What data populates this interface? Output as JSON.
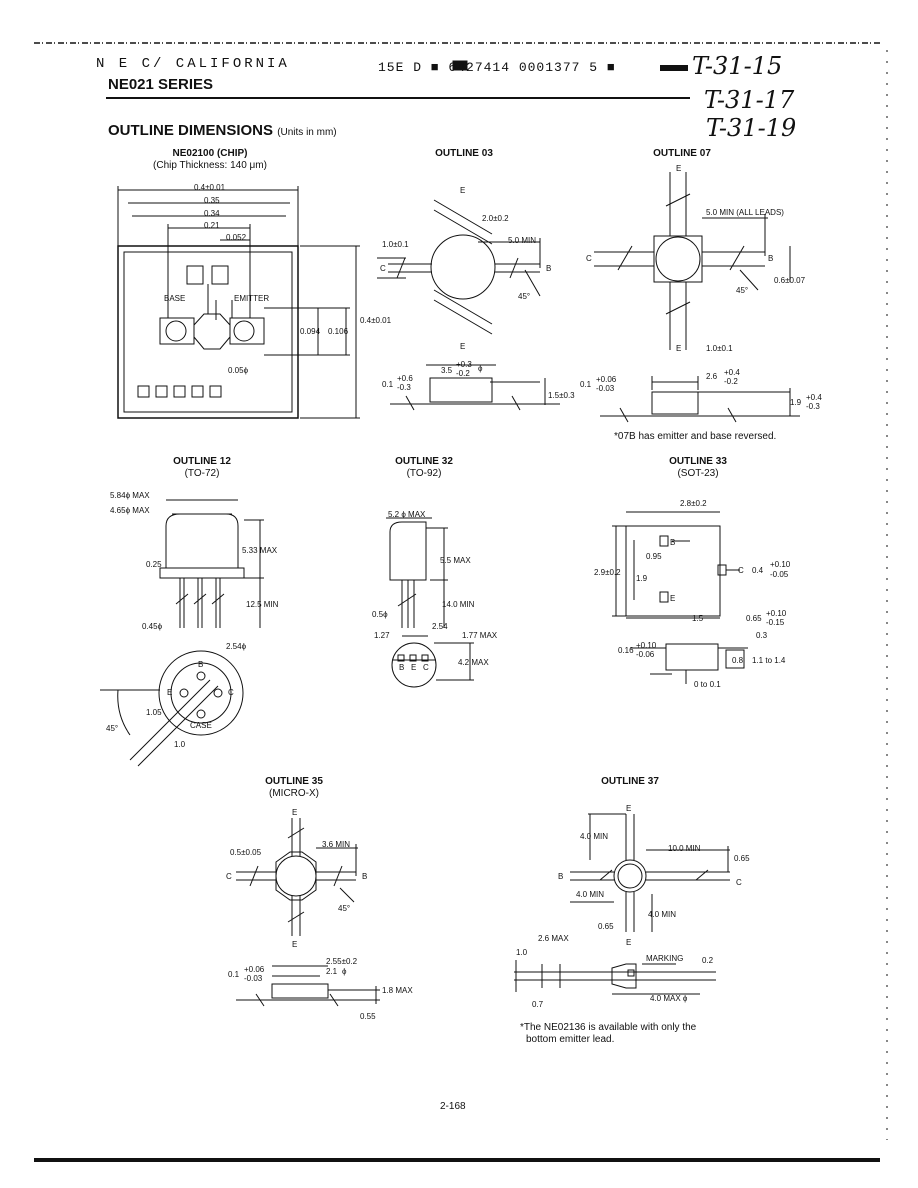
{
  "header": {
    "company": "N E C/ CALIFORNIA",
    "code": "15E D ■ 6427414 0001377 5 ■",
    "series": "NE021 SERIES",
    "handwritten": [
      "T-31-15",
      "T-31-17",
      "T-31-19"
    ]
  },
  "section": {
    "title": "OUTLINE DIMENSIONS",
    "units": "(Units in mm)"
  },
  "chip": {
    "title": "NE02100 (CHIP)",
    "subtitle": "(Chip Thickness: 140 μm)",
    "dims": [
      "0.4±0.01",
      "0.35",
      "0.34",
      "0.21",
      "0.052",
      "BASE",
      "EMITTER",
      "0.094",
      "0.106",
      "0.4±0.01",
      "0.05ϕ"
    ]
  },
  "outline03": {
    "title": "OUTLINE 03",
    "dims": [
      "E",
      "2.0±0.2",
      "5.0 MIN",
      "1.0±0.1",
      "C",
      "B",
      "45°",
      "E",
      "0.1",
      "+0.6",
      "-0.3",
      "3.5",
      "+0.3",
      "-0.2",
      "ϕ",
      "1.5±0.3"
    ]
  },
  "outline07": {
    "title": "OUTLINE 07",
    "dims": [
      "E",
      "5.0 MIN (ALL LEADS)",
      "C",
      "B",
      "0.6±0.07",
      "45°",
      "E",
      "1.0±0.1",
      "0.1",
      "+0.06",
      "-0.03",
      "2.6",
      "+0.4",
      "-0.2",
      "1.9",
      "+0.4",
      "-0.3"
    ],
    "note": "*07B has emitter and base reversed."
  },
  "outline12": {
    "title": "OUTLINE 12",
    "subtitle": "(TO-72)",
    "dims": [
      "5.84ϕ MAX",
      "4.65ϕ MAX",
      "0.25",
      "5.33 MAX",
      "12.5 MIN",
      "0.45ϕ",
      "2.54ϕ",
      "B",
      "E",
      "C",
      "1.05",
      "45°",
      "CASE",
      "1.0"
    ]
  },
  "outline32": {
    "title": "OUTLINE 32",
    "subtitle": "(TO-92)",
    "dims": [
      "5.2 ϕ MAX",
      "5.5 MAX",
      "14.0 MIN",
      "0.5ϕ",
      "1.27",
      "2.54",
      "1.77 MAX",
      "4.2 MAX",
      "B",
      "E",
      "C"
    ]
  },
  "outline33": {
    "title": "OUTLINE 33",
    "subtitle": "(SOT-23)",
    "dims": [
      "2.8±0.2",
      "0.95",
      "B",
      "2.9±0.2",
      "1.9",
      "E",
      "C",
      "0.4",
      "+0.10",
      "-0.05",
      "1.5",
      "0.65",
      "+0.10",
      "-0.15",
      "0.3",
      "0.16",
      "+0.10",
      "-0.06",
      "0.8",
      "1.1 to 1.4",
      "0 to 0.1"
    ]
  },
  "outline35": {
    "title": "OUTLINE 35",
    "subtitle": "(MICRO-X)",
    "dims": [
      "E",
      "0.5±0.05",
      "3.6 MIN",
      "C",
      "B",
      "45°",
      "E",
      "0.1",
      "+0.06",
      "-0.03",
      "2.55±0.2",
      "2.1",
      "ϕ",
      "1.8 MAX",
      "0.55"
    ]
  },
  "outline37": {
    "title": "OUTLINE 37",
    "dims": [
      "E",
      "4.0 MIN",
      "10.0 MIN",
      "0.65",
      "B",
      "C",
      "4.0 MIN",
      "4.0 MIN",
      "0.65",
      "E",
      "2.6 MAX",
      "1.0",
      "MARKING",
      "0.2",
      "0.7",
      "4.0 MAX ϕ"
    ],
    "note_line1": "*The NE02136 is available with only the",
    "note_line2": "bottom emitter lead."
  },
  "footer": {
    "page_number": "2-168"
  }
}
